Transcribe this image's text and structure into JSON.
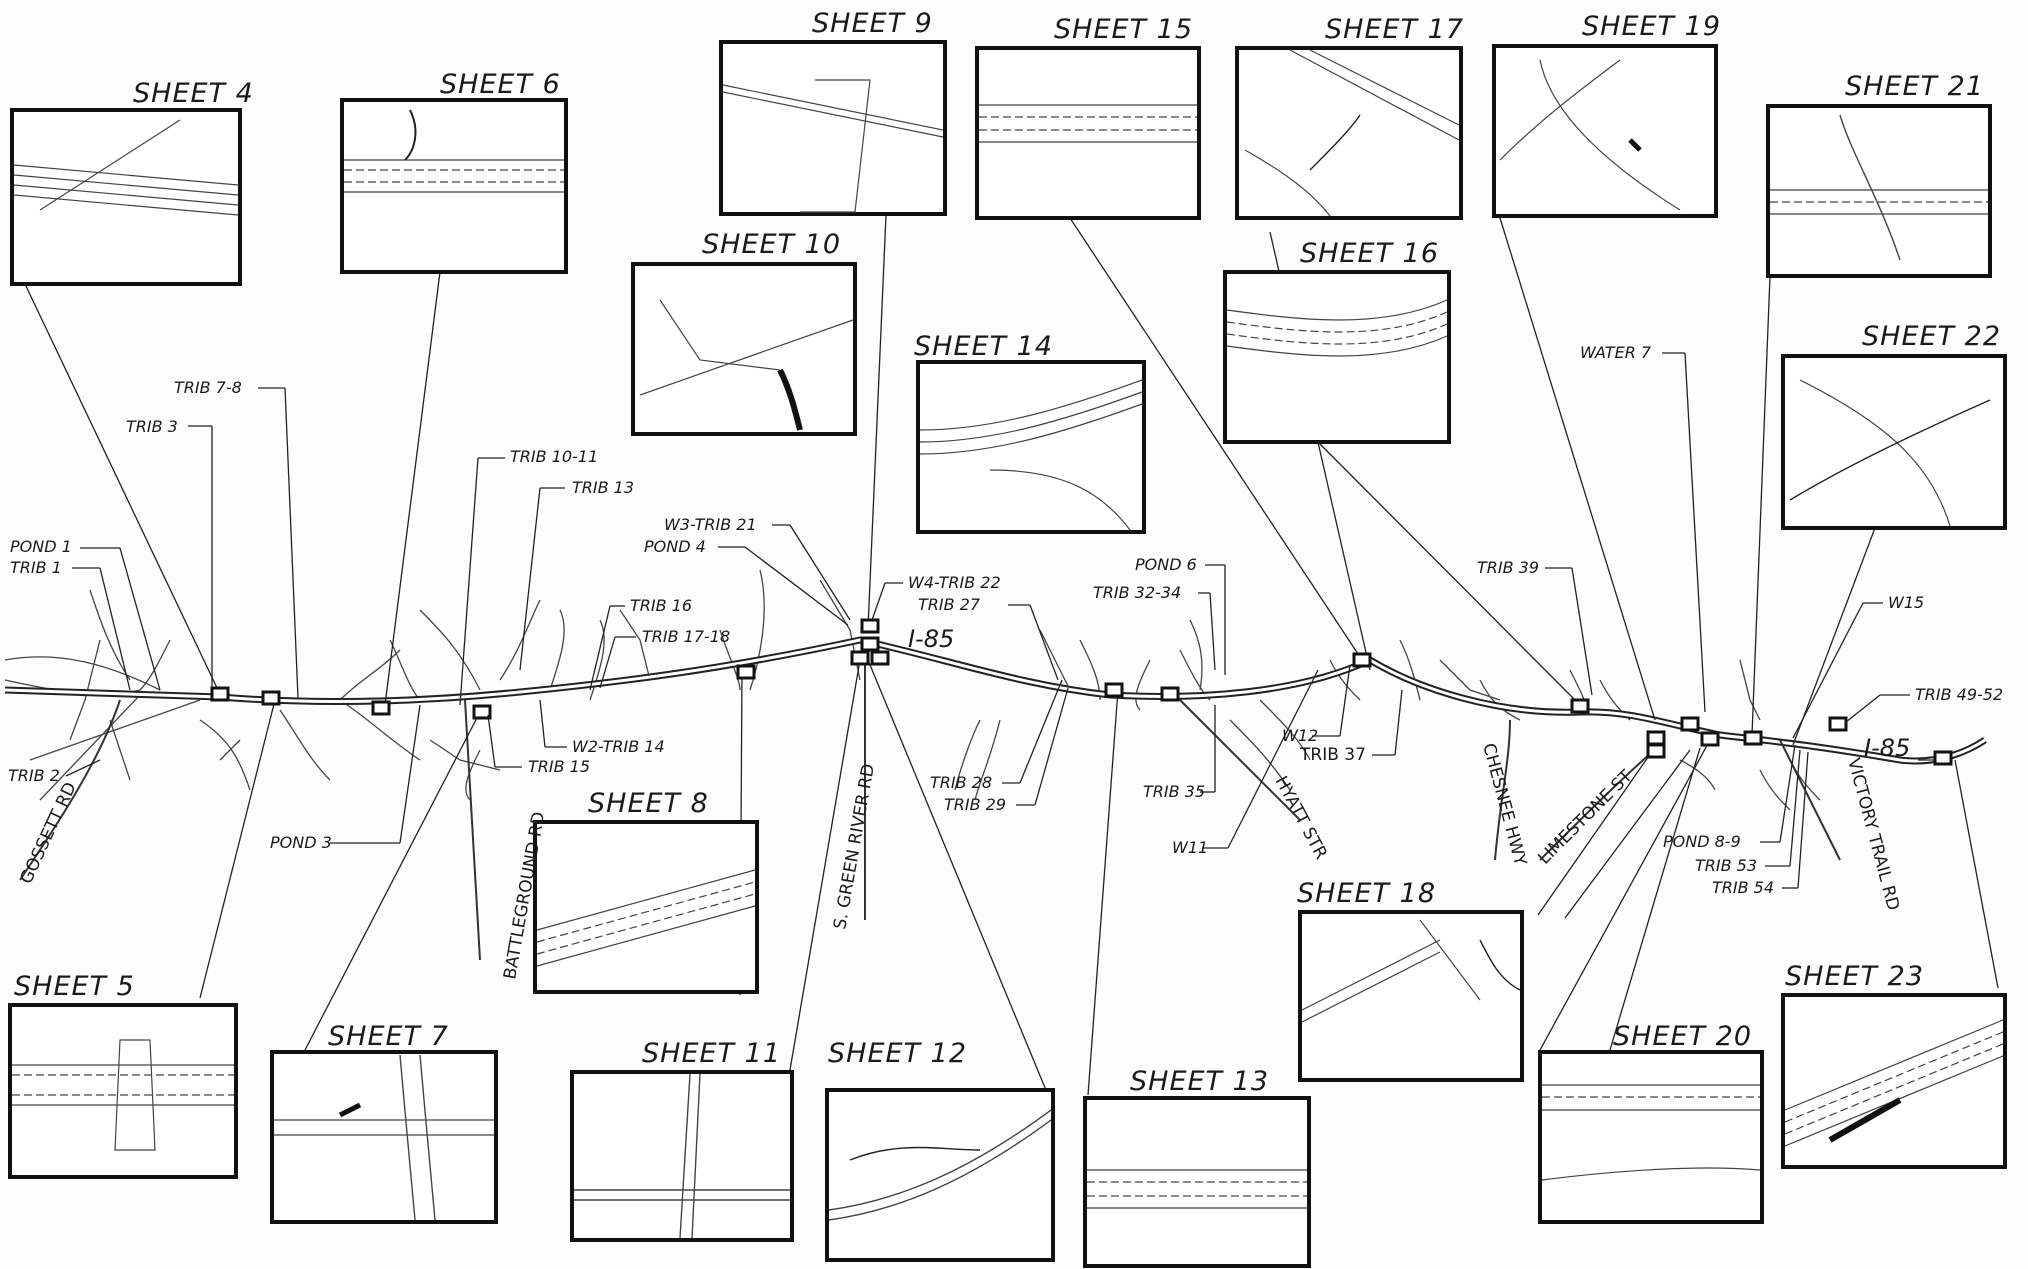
{
  "highway": {
    "label": "I-85",
    "label_east": "I-85"
  },
  "roads": [
    {
      "id": "gossett",
      "label": "GOSSETT RD"
    },
    {
      "id": "battleground",
      "label": "BATTLEGROUND RD"
    },
    {
      "id": "green-river",
      "label": "S. GREEN RIVER RD"
    },
    {
      "id": "hyatt",
      "label": "HYATT STR"
    },
    {
      "id": "chesnee",
      "label": "CHESNEE HWY"
    },
    {
      "id": "limestone",
      "label": "LIMESTONE ST"
    },
    {
      "id": "victory",
      "label": "VICTORY TRAIL RD"
    }
  ],
  "features": [
    {
      "id": "pond1",
      "label": "POND 1"
    },
    {
      "id": "trib1",
      "label": "TRIB 1"
    },
    {
      "id": "trib2",
      "label": "TRIB 2"
    },
    {
      "id": "trib3",
      "label": "TRIB 3"
    },
    {
      "id": "trib7-8",
      "label": "TRIB 7-8"
    },
    {
      "id": "trib10-11",
      "label": "TRIB 10-11"
    },
    {
      "id": "trib13",
      "label": "TRIB 13"
    },
    {
      "id": "trib16",
      "label": "TRIB 16"
    },
    {
      "id": "trib17-18",
      "label": "TRIB 17-18"
    },
    {
      "id": "w2-trib14",
      "label": "W2-TRIB 14"
    },
    {
      "id": "trib15",
      "label": "TRIB 15"
    },
    {
      "id": "pond3",
      "label": "POND 3"
    },
    {
      "id": "w3-trib21",
      "label": "W3-TRIB 21"
    },
    {
      "id": "pond4",
      "label": "POND 4"
    },
    {
      "id": "w4-trib22",
      "label": "W4-TRIB 22"
    },
    {
      "id": "trib27",
      "label": "TRIB 27"
    },
    {
      "id": "trib28",
      "label": "TRIB 28"
    },
    {
      "id": "trib29",
      "label": "TRIB 29"
    },
    {
      "id": "pond6",
      "label": "POND 6"
    },
    {
      "id": "trib32-34",
      "label": "TRIB 32-34"
    },
    {
      "id": "trib35",
      "label": "TRIB 35"
    },
    {
      "id": "w11",
      "label": "W11"
    },
    {
      "id": "w12",
      "label": "W12"
    },
    {
      "id": "trib37",
      "label": "TRIB 37"
    },
    {
      "id": "trib39",
      "label": "TRIB 39"
    },
    {
      "id": "water7",
      "label": "WATER 7"
    },
    {
      "id": "w15",
      "label": "W15"
    },
    {
      "id": "trib49-52",
      "label": "TRIB 49-52"
    },
    {
      "id": "pond8-9",
      "label": "POND 8-9"
    },
    {
      "id": "trib53",
      "label": "TRIB 53"
    },
    {
      "id": "trib54",
      "label": "TRIB 54"
    }
  ],
  "sheets": [
    {
      "id": "sheet4",
      "title": "SHEET 4"
    },
    {
      "id": "sheet5",
      "title": "SHEET 5"
    },
    {
      "id": "sheet6",
      "title": "SHEET 6"
    },
    {
      "id": "sheet7",
      "title": "SHEET 7"
    },
    {
      "id": "sheet8",
      "title": "SHEET 8"
    },
    {
      "id": "sheet9",
      "title": "SHEET 9"
    },
    {
      "id": "sheet10",
      "title": "SHEET 10"
    },
    {
      "id": "sheet11",
      "title": "SHEET 11"
    },
    {
      "id": "sheet12",
      "title": "SHEET 12"
    },
    {
      "id": "sheet13",
      "title": "SHEET 13"
    },
    {
      "id": "sheet14",
      "title": "SHEET 14"
    },
    {
      "id": "sheet15",
      "title": "SHEET 15"
    },
    {
      "id": "sheet16",
      "title": "SHEET 16"
    },
    {
      "id": "sheet17",
      "title": "SHEET 17"
    },
    {
      "id": "sheet18",
      "title": "SHEET 18"
    },
    {
      "id": "sheet19",
      "title": "SHEET 19"
    },
    {
      "id": "sheet20",
      "title": "SHEET 20"
    },
    {
      "id": "sheet21",
      "title": "SHEET 21"
    },
    {
      "id": "sheet22",
      "title": "SHEET 22"
    },
    {
      "id": "sheet23",
      "title": "SHEET 23"
    }
  ]
}
